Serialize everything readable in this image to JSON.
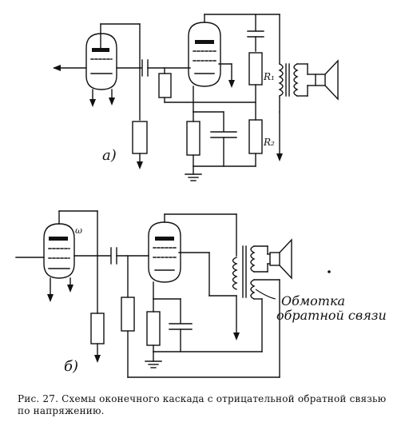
{
  "diagram_a": {
    "label": "а)",
    "r1": "R₁",
    "r2": "R₂"
  },
  "diagram_b": {
    "label": "б)",
    "winding_label_1": "Обмотка",
    "winding_label_2": "обратной связи"
  },
  "caption": {
    "fig_no": "Рис. 27.",
    "text": "Схемы оконечного каскада с отрицательной обратной связью по напряжению."
  }
}
